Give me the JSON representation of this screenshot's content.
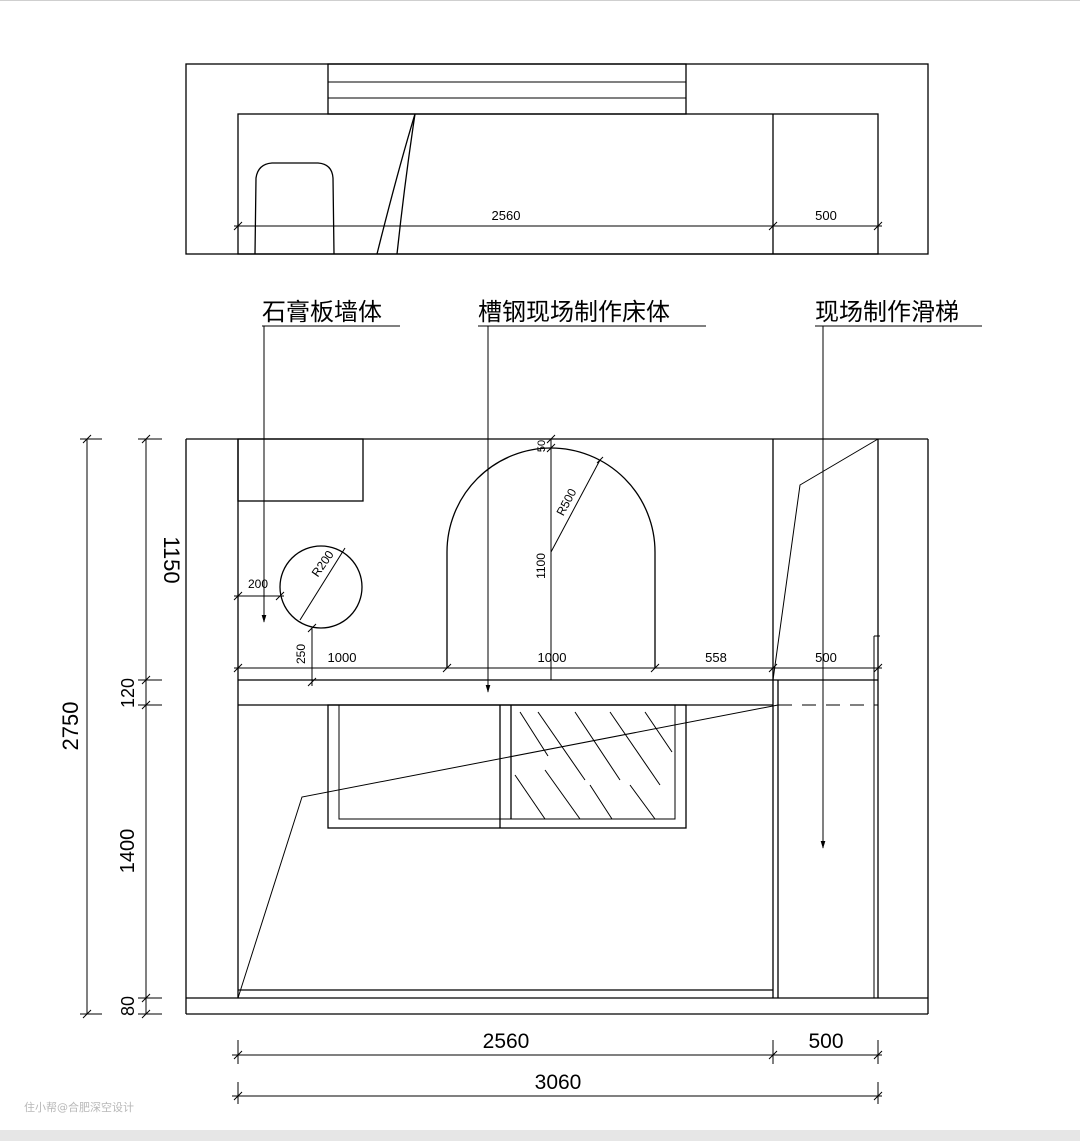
{
  "labels": {
    "gypsum_wall": "石膏板墙体",
    "channel_steel_bed": "槽钢现场制作床体",
    "sliding_ladder": "现场制作滑梯"
  },
  "plan_dims": {
    "width_main": "2560",
    "width_side": "500"
  },
  "elevation_dims": {
    "total_height": "2750",
    "h_top": "1150",
    "h_slab": "120",
    "h_lower": "1400",
    "h_base": "80",
    "circle_offset_x": "200",
    "circle_radius": "R200",
    "circle_offset_y": "250",
    "seg_1": "1000",
    "seg_2": "1000",
    "seg_3": "558",
    "seg_4": "500",
    "arch_top_gap": "50",
    "arch_radius": "R500",
    "arch_height": "1100",
    "bottom_main": "2560",
    "bottom_side": "500",
    "bottom_total": "3060"
  },
  "watermark": "住小帮@合肥深空设计"
}
